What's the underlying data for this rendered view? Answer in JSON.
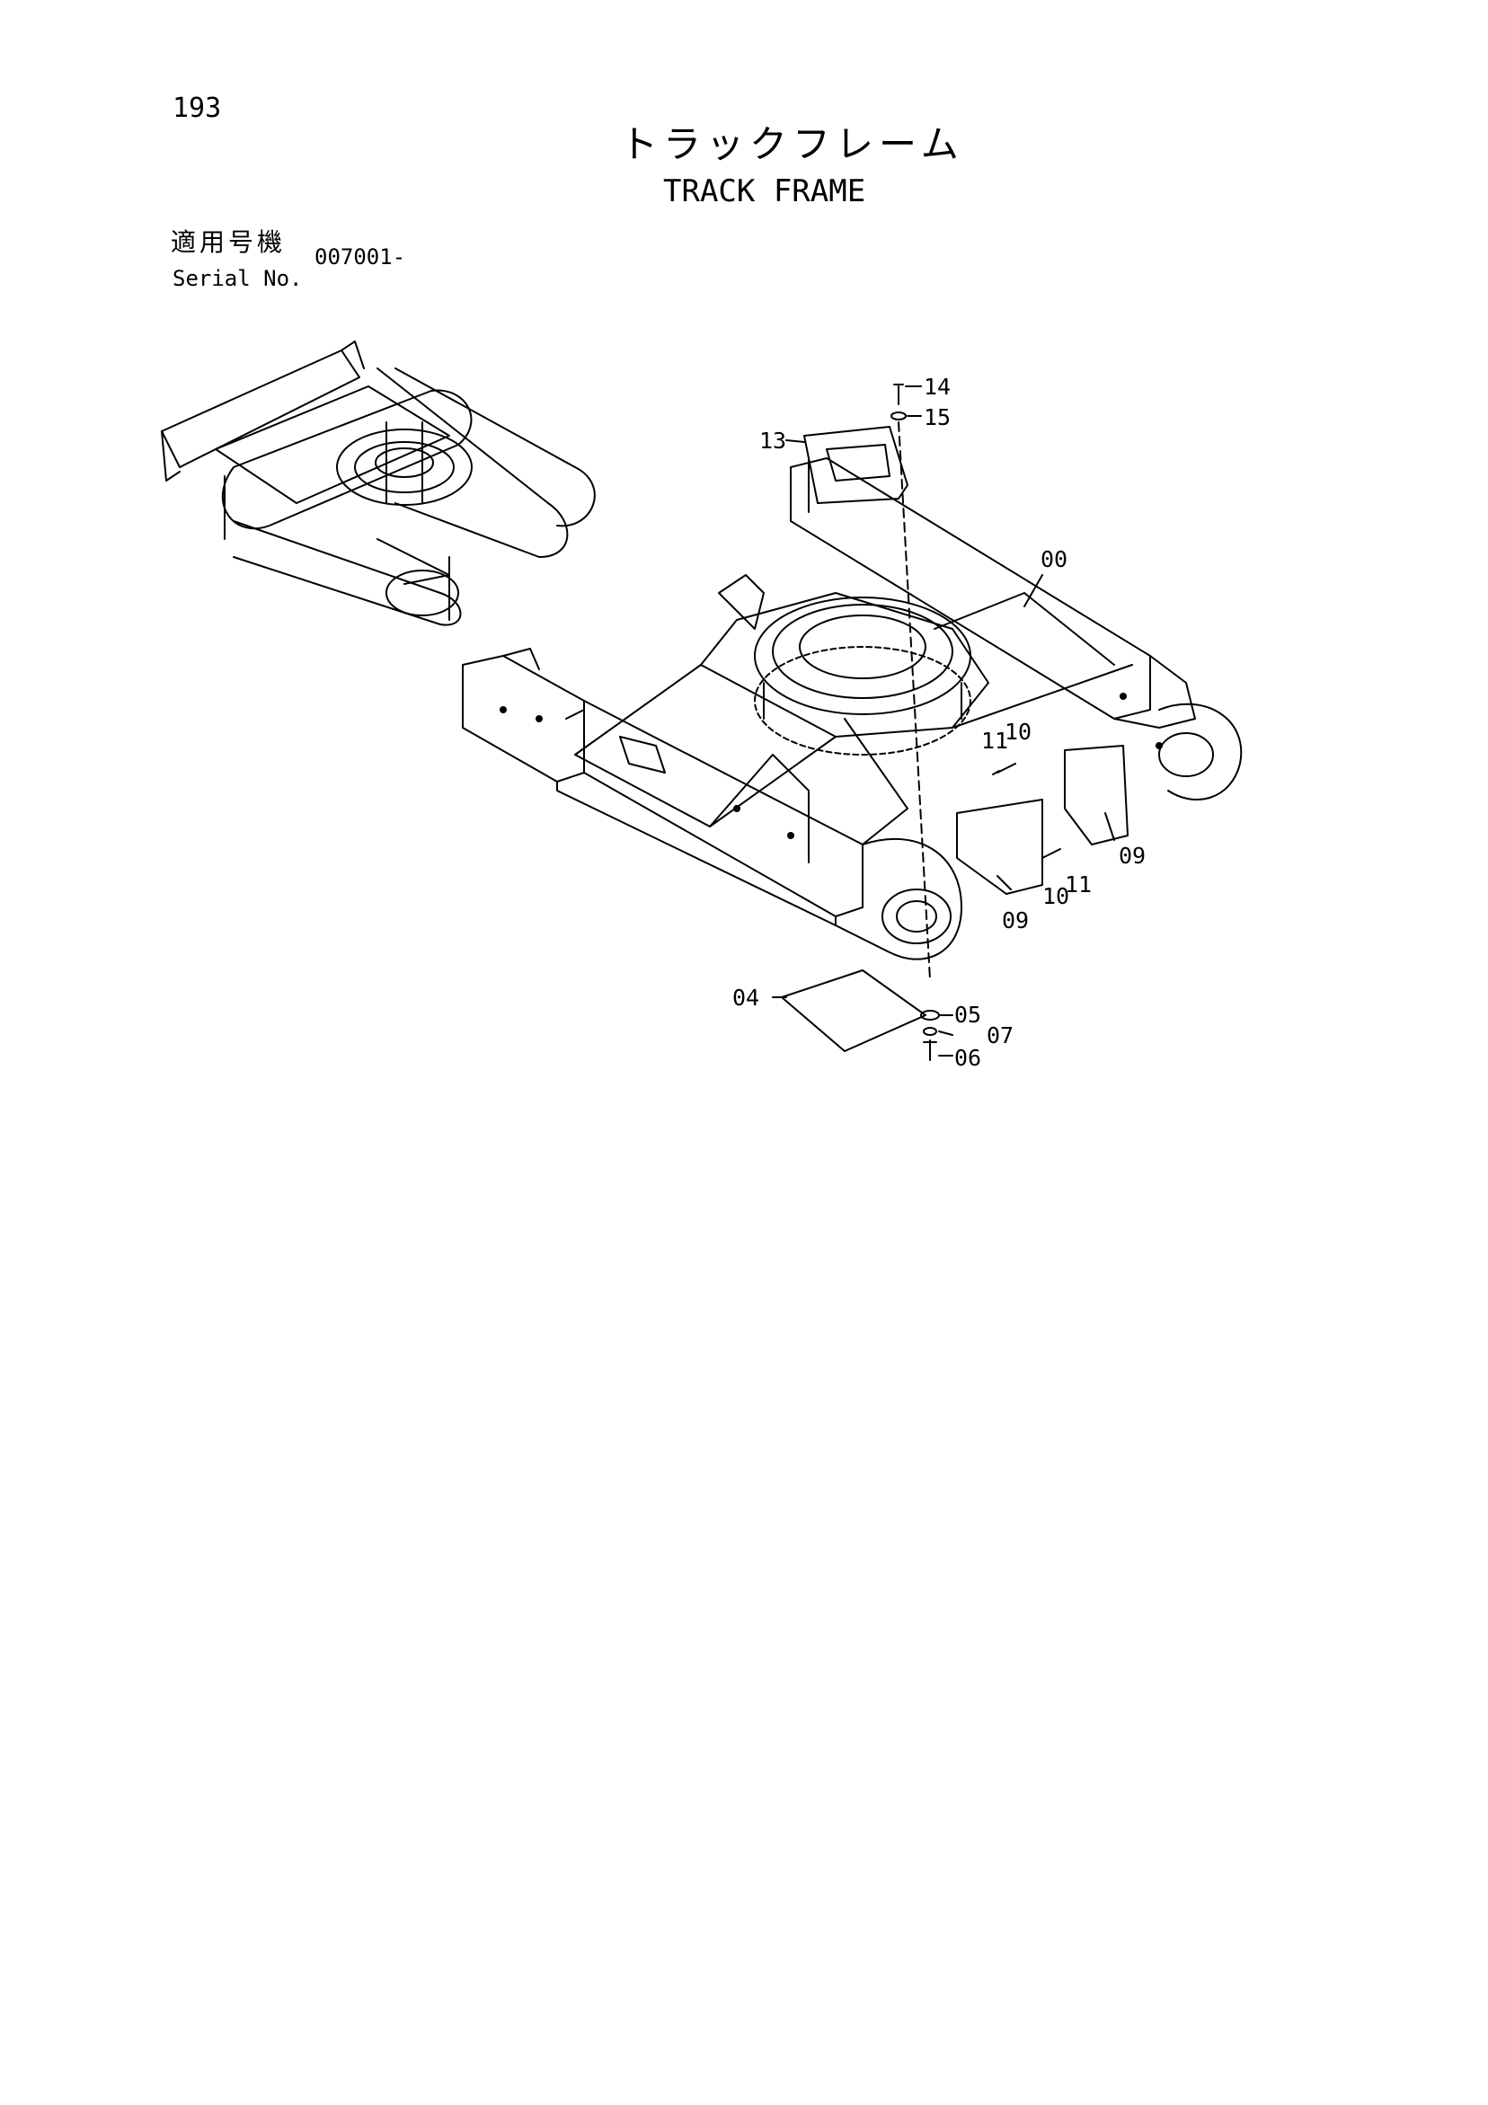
{
  "page_number": "193",
  "title_jp": "トラックフレーム",
  "title_en": "TRACK FRAME",
  "serial": {
    "label_jp": "適用号機",
    "label_en": "Serial No.",
    "value": "007001-"
  },
  "callouts": {
    "c14": "14",
    "c15": "15",
    "c13": "13",
    "c00": "00",
    "c11a": "11",
    "c10a": "10",
    "c09a": "09",
    "c10b": "10",
    "c11b": "11",
    "c09b": "09",
    "c04": "04",
    "c05": "05",
    "c07": "07",
    "c06": "06"
  }
}
